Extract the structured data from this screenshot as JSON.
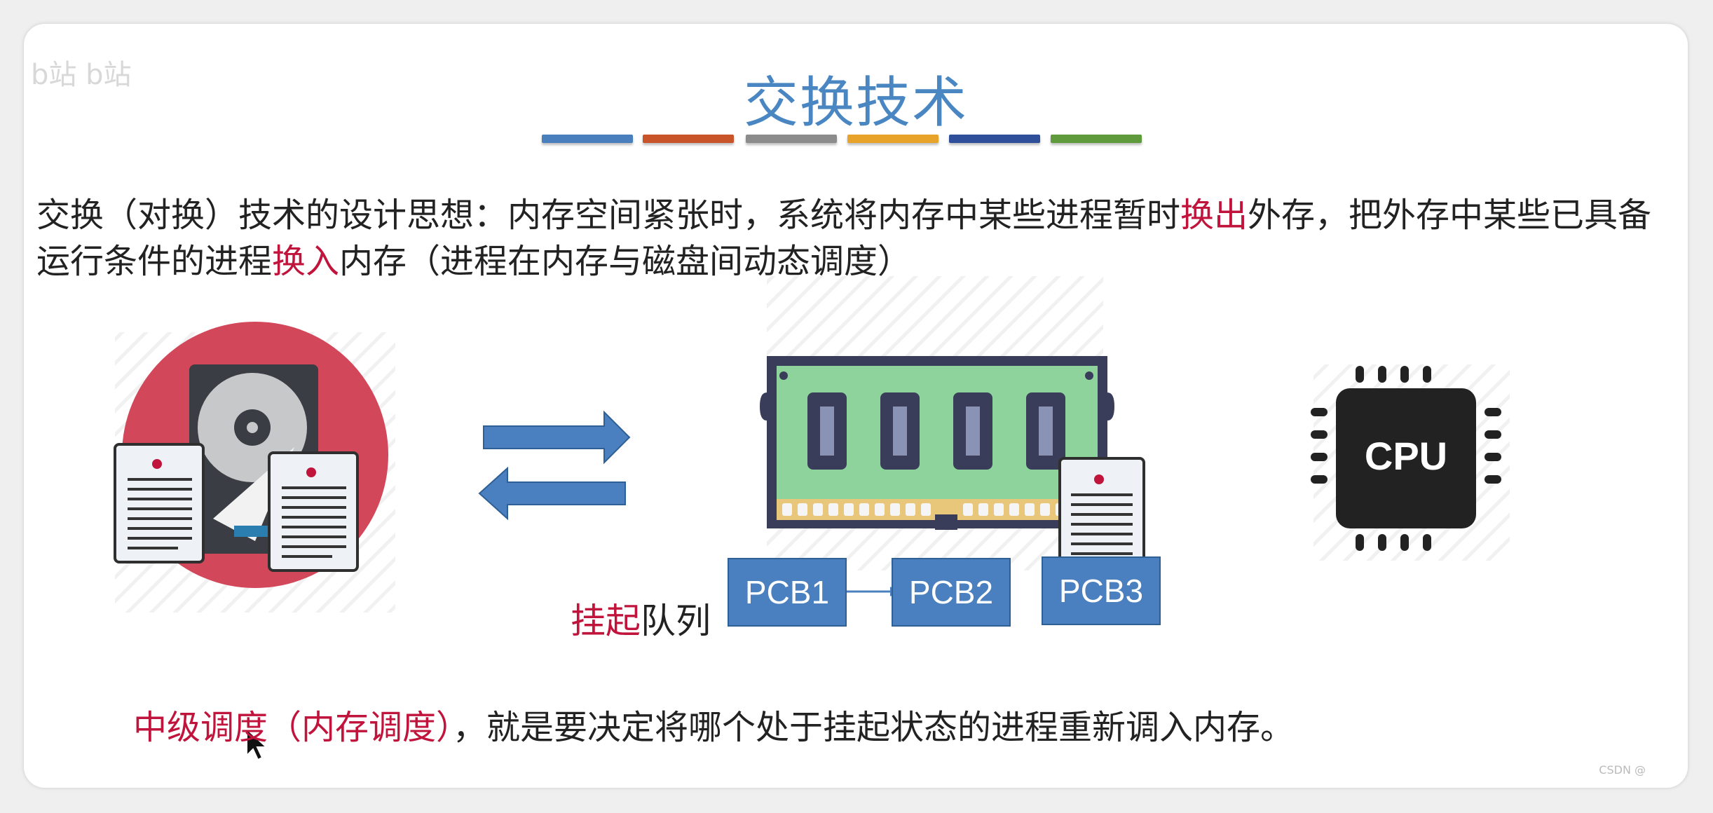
{
  "watermark": "b站 b站",
  "slide": {
    "title": "交换技术",
    "accent_bars": [
      "#4a7fbd",
      "#c9542a",
      "#8c8c8c",
      "#e8a42a",
      "#2f4f9a",
      "#5f9a3c"
    ],
    "paragraph": {
      "part1": "交换（对换）技术的设计思想：内存空间紧张时，系统将内存中某些进程暂时",
      "hl1": "换出",
      "part2": "外存，把外存中某些已具备运行条件的进程",
      "hl2": "换入",
      "part3": "内存（进程在内存与磁盘间动态调度）"
    },
    "queue": {
      "label_highlight": "挂起",
      "label_rest": "队列",
      "items": [
        "PCB1",
        "PCB2",
        "PCB3"
      ]
    },
    "cpu_label": "CPU",
    "bottom": {
      "highlight": "中级调度（内存调度）",
      "rest": "，就是要决定将哪个处于挂起状态的进程重新调入内存。"
    },
    "footer_mark": "CSDN @"
  }
}
